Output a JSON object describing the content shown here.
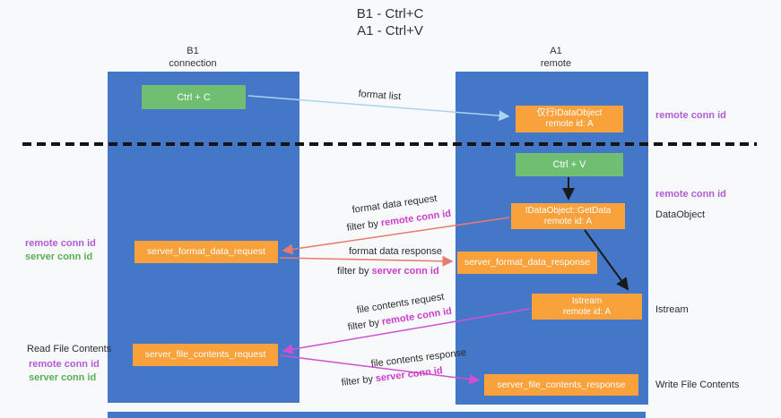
{
  "title": {
    "line1": "B1 - Ctrl+C",
    "line2": "A1 - Ctrl+V"
  },
  "columns": {
    "left": {
      "name": "B1",
      "subtitle": "connection"
    },
    "right": {
      "name": "A1",
      "subtitle": "remote"
    }
  },
  "nodes": {
    "ctrl_c": "Ctrl + C",
    "ctrl_v": "Ctrl + V",
    "proxy": {
      "line1": "仅行IDataObject",
      "line2": "remote id: A"
    },
    "getdata": {
      "line1": "IDataObject::GetData",
      "line2": "remote id: A"
    },
    "istream": {
      "line1": "Istream",
      "line2": "remote id: A"
    },
    "format_request": "server_format_data_request",
    "format_response": "server_format_data_response",
    "file_request": "server_file_contents_request",
    "file_response": "server_file_contents_response"
  },
  "arrow_labels": {
    "format_list": "format list",
    "format_data_request": "format data request",
    "format_data_response": "format data response",
    "file_contents_request": "file contents request",
    "file_contents_response": "file contents response",
    "filter_prefix": "filter by",
    "remote_conn_id": "remote conn id",
    "server_conn_id": "server conn id"
  },
  "side_labels": {
    "remote_conn_top": "remote conn id",
    "remote_conn_mid": "remote conn id",
    "dataobject": "DataObject",
    "istream": "Istream",
    "write_file_contents": "Write File Contents",
    "read_file_contents": "Read File Contents",
    "left_remote_conn_1": "remote conn id",
    "left_server_conn_1": "server conn id",
    "left_remote_conn_2": "remote conn id",
    "left_server_conn_2": "server conn id"
  },
  "colors": {
    "lane_blue": "#4577c8",
    "box_orange": "#f9a13b",
    "box_green": "#6fbe72",
    "arrow_light_blue": "#a9d5ee",
    "arrow_salmon": "#e87b6e",
    "arrow_magenta": "#d14fd1",
    "label_purple": "#b15cd6",
    "label_green": "#55b055",
    "highlight_magenta": "#cb3ecb"
  }
}
